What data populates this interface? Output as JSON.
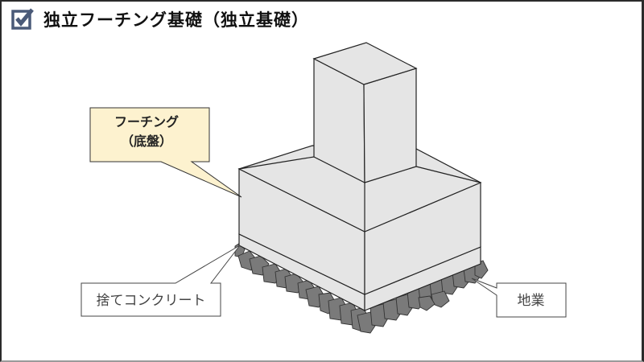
{
  "header": {
    "title": "独立フーチング基礎（独立基礎）",
    "icon": "checkbox-checked-icon"
  },
  "diagram": {
    "labels": {
      "footing_line1": "フーチング",
      "footing_line2": "（底盤）",
      "lean_concrete": "捨てコンクリート",
      "base_gravel": "地業"
    }
  },
  "colors": {
    "icon": "#4a5a78",
    "concrete_fill": "#e5e5e5",
    "gravel_fill": "#7a7a7a",
    "callout_highlight": "#fdf2cf",
    "frame_border": "#2b2b2b"
  }
}
